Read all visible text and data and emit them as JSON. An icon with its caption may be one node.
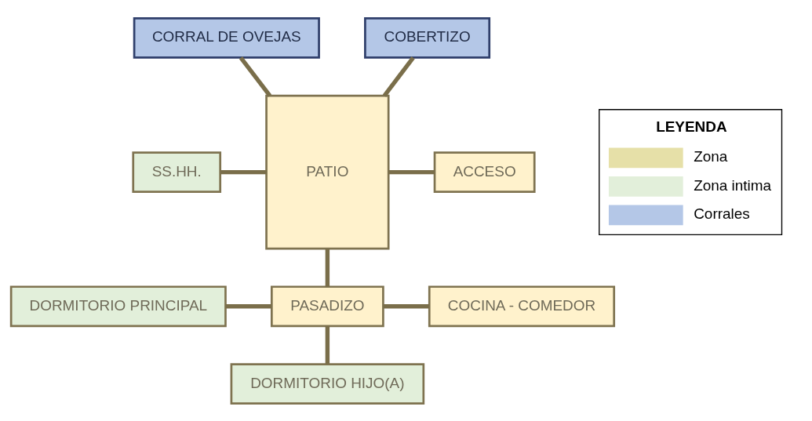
{
  "diagram": {
    "nodes": [
      {
        "text": [
          "CORRAL DE OVEJAS"
        ]
      },
      {
        "text": [
          "COBERTIZO"
        ]
      },
      {
        "text": [
          "PATIO"
        ]
      },
      {
        "text": [
          "SS.HH."
        ]
      },
      {
        "text": [
          "ACCESO"
        ]
      },
      {
        "text": [
          "DORMITORIO PRINCIPAL"
        ]
      },
      {
        "text": [
          "PASADIZO"
        ]
      },
      {
        "text": [
          "COCINA - COMEDOR"
        ]
      },
      {
        "text": [
          "DORMITORIO HIJO(A)"
        ]
      }
    ],
    "edges": [
      {
        "from": 0,
        "to": 2,
        "arrow": "none"
      },
      {
        "from": 2,
        "to": 1,
        "arrow": "none"
      },
      {
        "from": 3,
        "to": 2,
        "arrow": "none"
      },
      {
        "from": 2,
        "to": 4,
        "arrow": "none"
      },
      {
        "from": 2,
        "to": 6,
        "arrow": "none"
      },
      {
        "from": 5,
        "to": 6,
        "arrow": "none"
      },
      {
        "from": 6,
        "to": 7,
        "arrow": "none"
      },
      {
        "from": 6,
        "to": 8,
        "arrow": "none"
      }
    ],
    "labels": [
      "LEYENDA"
    ],
    "legend": [
      {
        "text": "Zona",
        "color": "#e6e0a8"
      },
      {
        "text": "Zona intima",
        "color": "#e2efda"
      },
      {
        "text": "Corrales",
        "color": "#b4c7e7"
      }
    ]
  }
}
